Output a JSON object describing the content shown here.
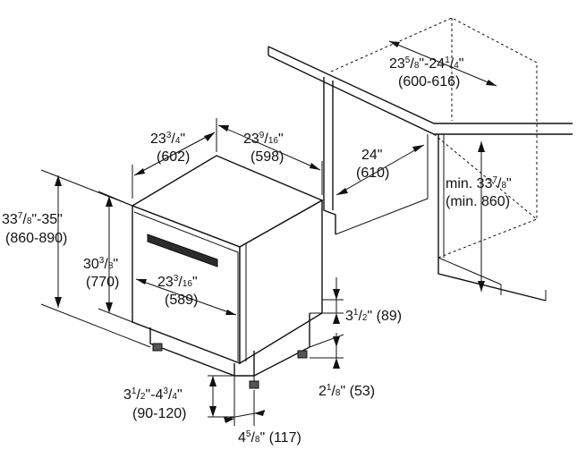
{
  "dimensions": {
    "depth_top": {
      "whole": "23",
      "num": "3",
      "den": "4",
      "suffix": "\"",
      "metric": "(602)"
    },
    "width_top": {
      "whole": "23",
      "num": "9",
      "den": "16",
      "suffix": "\"",
      "metric": "(598)"
    },
    "niche_width": {
      "w1": "23",
      "n1": "5",
      "d1": "8",
      "mid": "\"-24",
      "n2": "1",
      "d2": "4",
      "suffix": "\"",
      "metric": "(600-616)"
    },
    "niche_depth": {
      "text": "24\"",
      "metric": "(610)"
    },
    "niche_height": {
      "prefix": "min. 33",
      "num": "7",
      "den": "8",
      "suffix": "\"",
      "metric": "(min. 860)"
    },
    "overall_height": {
      "whole": "33",
      "num": "7",
      "den": "8",
      "suffix": "\"-35\"",
      "metric": "(860-890)"
    },
    "body_height": {
      "whole": "30",
      "num": "3",
      "den": "8",
      "suffix": "\"",
      "metric": "(770)"
    },
    "door_width": {
      "whole": "23",
      "num": "3",
      "den": "16",
      "suffix": "\"",
      "metric": "(589)"
    },
    "plinth_height": {
      "whole": "3",
      "num": "1",
      "den": "2",
      "suffix": "\"",
      "metric": "(89)"
    },
    "foot_height": {
      "whole": "2",
      "num": "1",
      "den": "8",
      "suffix": "\"",
      "metric": "(53)"
    },
    "foot_adjust": {
      "w1": "3",
      "n1": "1",
      "d1": "2",
      "mid": "\"-4",
      "n2": "3",
      "d2": "4",
      "suffix": "\"",
      "metric": "(90-120)"
    },
    "foot_depth": {
      "whole": "4",
      "num": "5",
      "den": "8",
      "suffix": "\"",
      "metric": "(117)"
    }
  }
}
